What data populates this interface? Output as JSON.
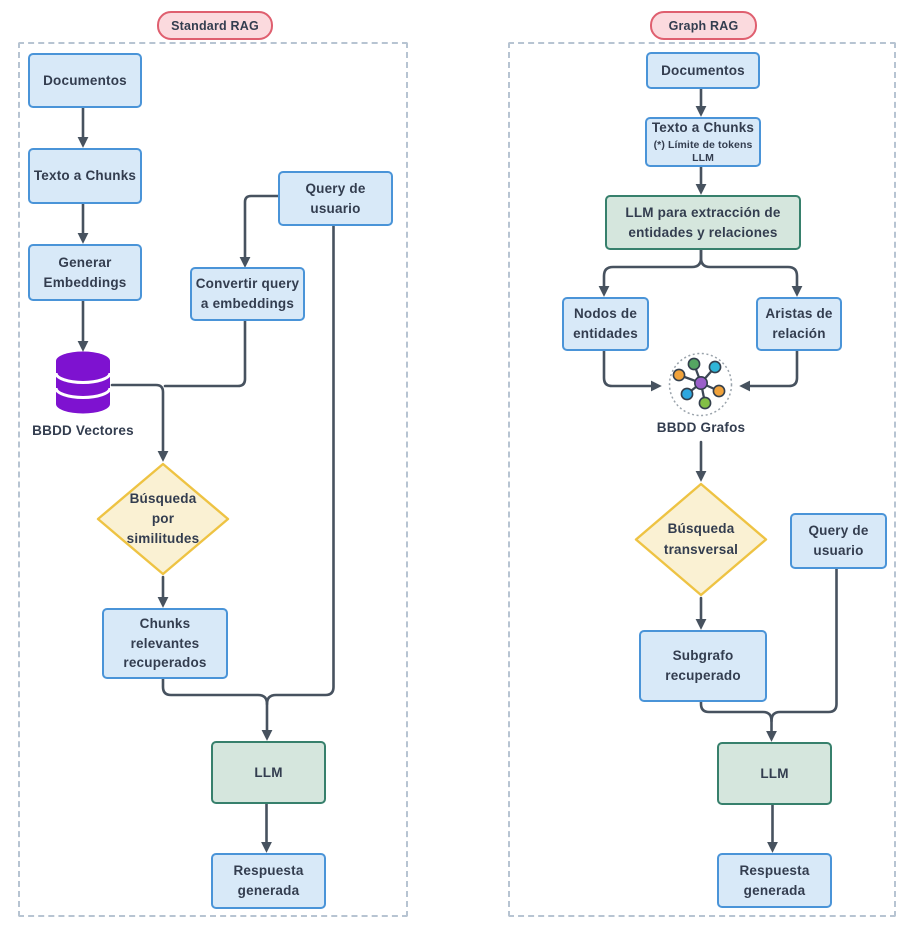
{
  "colors": {
    "box_blue_fill": "#d8e9f8",
    "box_blue_border": "#4a94d8",
    "box_green_fill": "#d5e6dd",
    "box_green_border": "#37806c",
    "diamond_fill": "#faf1d3",
    "diamond_border": "#eec343",
    "pill_fill": "#fbdade",
    "pill_border": "#df5f6f",
    "arrow": "#47525f",
    "text": "#333d4f",
    "container_dash": "#b7c4d2",
    "db_purple": "#7e12d0"
  },
  "standard_rag": {
    "title": "Standard RAG",
    "documentos": "Documentos",
    "texto_chunks": "Texto a Chunks",
    "generar_embeddings": "Generar\nEmbeddings",
    "bbdd_vectores": "BBDD Vectores",
    "query_usuario": "Query de\nusuario",
    "convertir_query": "Convertir query\na embeddings",
    "busqueda": "Búsqueda\npor\nsimilitudes",
    "chunks_relevantes": "Chunks relevantes\nrecuperados",
    "llm": "LLM",
    "respuesta": "Respuesta\ngenerada"
  },
  "graph_rag": {
    "title": "Graph RAG",
    "documentos": "Documentos",
    "texto_chunks": "Texto a Chunks",
    "texto_chunks_sub": "(*) Límite de tokens LLM",
    "llm_extraccion": "LLM para extracción de\nentidades y relaciones",
    "nodos": "Nodos de\nentidades",
    "aristas": "Aristas de\nrelación",
    "bbdd_grafos": "BBDD Grafos",
    "busqueda": "Búsqueda\ntransversal",
    "query_usuario": "Query de\nusuario",
    "subgrafo": "Subgrafo\nrecuperado",
    "llm": "LLM",
    "respuesta": "Respuesta\ngenerada"
  }
}
